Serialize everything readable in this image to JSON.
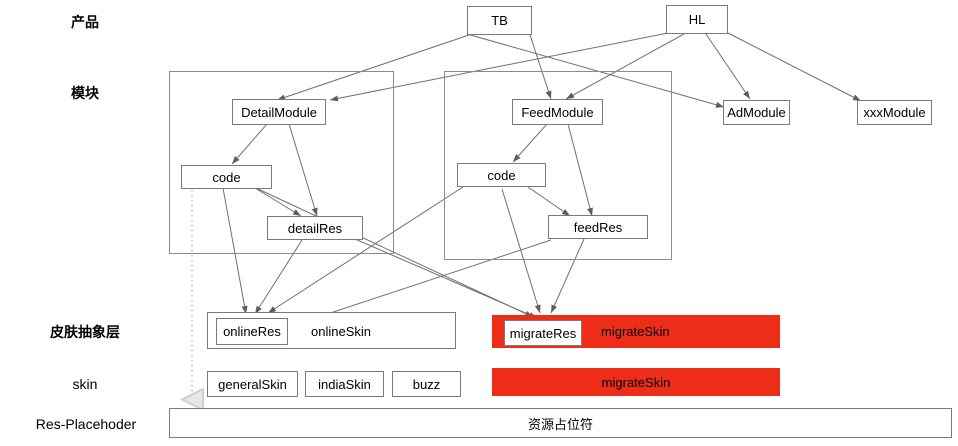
{
  "diagram": {
    "title_rows": [
      {
        "id": "product",
        "label": "产品"
      },
      {
        "id": "module",
        "label": "模块"
      },
      {
        "id": "skin-abstract",
        "label": "皮肤抽象层"
      },
      {
        "id": "skin",
        "label": "skin"
      },
      {
        "id": "res-placeholder",
        "label": "Res-Placehoder"
      }
    ],
    "products": [
      {
        "id": "tb",
        "label": "TB"
      },
      {
        "id": "hl",
        "label": "HL"
      }
    ],
    "modules": [
      {
        "id": "detail-module",
        "label": "DetailModule"
      },
      {
        "id": "feed-module",
        "label": "FeedModule"
      },
      {
        "id": "ad-module",
        "label": "AdModule"
      },
      {
        "id": "xxx-module",
        "label": "xxxModule"
      }
    ],
    "detail_group": {
      "code": "code",
      "res": "detailRes"
    },
    "feed_group": {
      "code": "code",
      "res": "feedRes"
    },
    "skin_abstract_row": {
      "online_container_res": "onlineRes",
      "online_container_label": "onlineSkin",
      "migrate_res": "migrateRes",
      "migrate_label": "migrateSkin"
    },
    "skin_row": {
      "items": [
        {
          "id": "general-skin",
          "label": "generalSkin"
        },
        {
          "id": "india-skin",
          "label": "indiaSkin"
        },
        {
          "id": "buzz",
          "label": "buzz"
        }
      ],
      "migrate_label": "migrateSkin"
    },
    "res_placeholder_row": {
      "label": "资源占位符"
    },
    "colors": {
      "migrate_red": "#ee2d18",
      "box_border": "#7a7a7a",
      "group_border": "#8c8c8c",
      "edge_stroke": "#6f6f6f",
      "dotted_edge": "#c9c9c9",
      "background": "#ffffff",
      "text": "#000000"
    }
  }
}
